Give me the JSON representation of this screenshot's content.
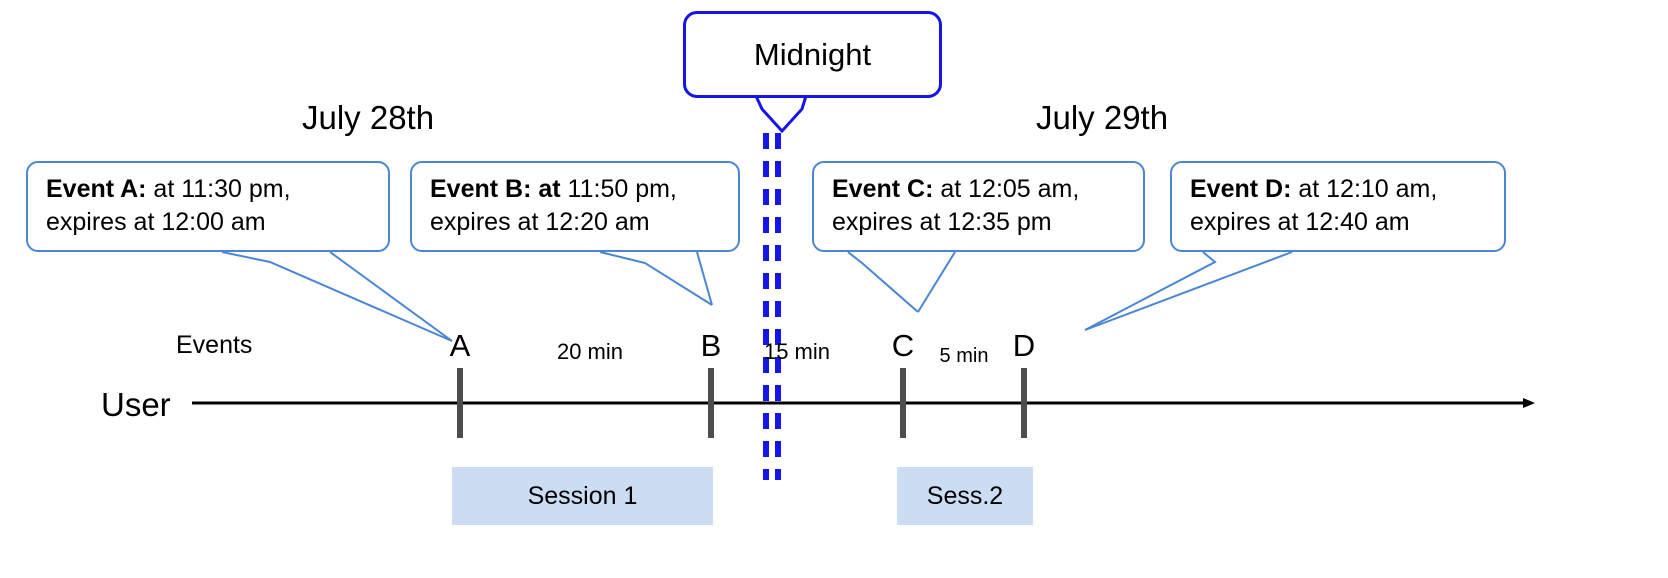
{
  "diagram": {
    "title_callout": {
      "label": "Midnight",
      "border_color": "#1515e8"
    },
    "day_labels": [
      {
        "name": "day-left",
        "text": "July 28th"
      },
      {
        "name": "day-right",
        "text": "July 29th"
      }
    ],
    "axis": {
      "name": "User",
      "row_label": "Events",
      "line_color": "#000000"
    },
    "event_callouts": [
      {
        "id": "A",
        "bold_prefix": "Event A:",
        "line1_rest": " at 11:30 pm,",
        "line2": "expires at 12:00 am",
        "border_color": "#4a86d4"
      },
      {
        "id": "B",
        "bold_prefix": "Event B: at",
        "line1_rest": " 11:50 pm,",
        "line2": "expires at 12:20 am",
        "border_color": "#4a86d4"
      },
      {
        "id": "C",
        "bold_prefix": "Event C:",
        "line1_rest": " at 12:05 am,",
        "line2": "expires at 12:35 pm",
        "border_color": "#4a86d4"
      },
      {
        "id": "D",
        "bold_prefix": "Event D:",
        "line1_rest": "  at 12:10 am,",
        "line2": "expires at 12:40 am",
        "border_color": "#4a86d4"
      }
    ],
    "event_markers": [
      {
        "id": "A",
        "label": "A"
      },
      {
        "id": "B",
        "label": "B"
      },
      {
        "id": "C",
        "label": "C"
      },
      {
        "id": "D",
        "label": "D"
      }
    ],
    "gaps": [
      {
        "id": "a-b",
        "label": "20 min"
      },
      {
        "id": "b-c",
        "label": "15 min"
      },
      {
        "id": "c-d",
        "label": "5 min"
      }
    ],
    "sessions": [
      {
        "id": "1",
        "label": "Session 1",
        "fill": "#ccdcf3"
      },
      {
        "id": "2",
        "label": "Sess.2",
        "fill": "#ccdcf3"
      }
    ],
    "midnight_divider": {
      "color": "#1515e8",
      "style": "double-dashed"
    }
  }
}
